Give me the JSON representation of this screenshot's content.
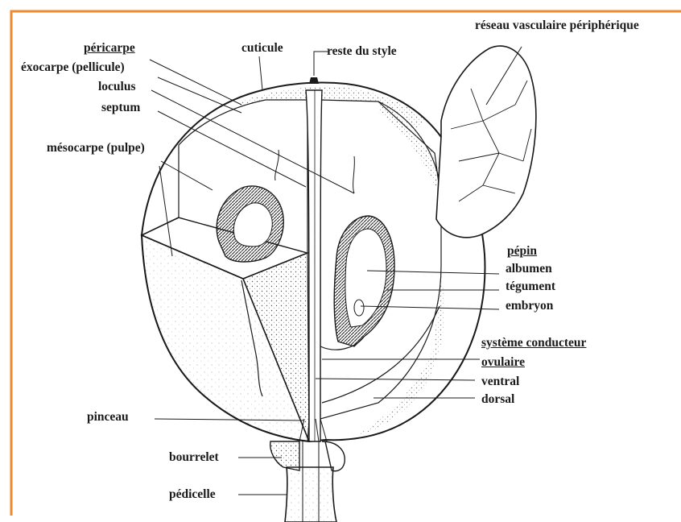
{
  "colors": {
    "frame": "#f08a2c",
    "ink": "#1a1a1a"
  },
  "labels": {
    "pericarpe": "péricarpe",
    "exocarpe": "éxocarpe (pellicule)",
    "loculus": "loculus",
    "septum": "septum",
    "mesocarpe": "mésocarpe (pulpe)",
    "cuticule": "cuticule",
    "reste_style": "reste du style",
    "reseau": "réseau vasculaire périphérique",
    "pepin": "pépin",
    "albumen": "albumen",
    "tegument": "tégument",
    "embryon": "embryon",
    "systeme": "système conducteur",
    "ovulaire": "ovulaire",
    "ventral": "ventral",
    "dorsal": "dorsal",
    "pinceau": "pinceau",
    "bourrelet": "bourrelet",
    "pedicelle": "pédicelle"
  }
}
